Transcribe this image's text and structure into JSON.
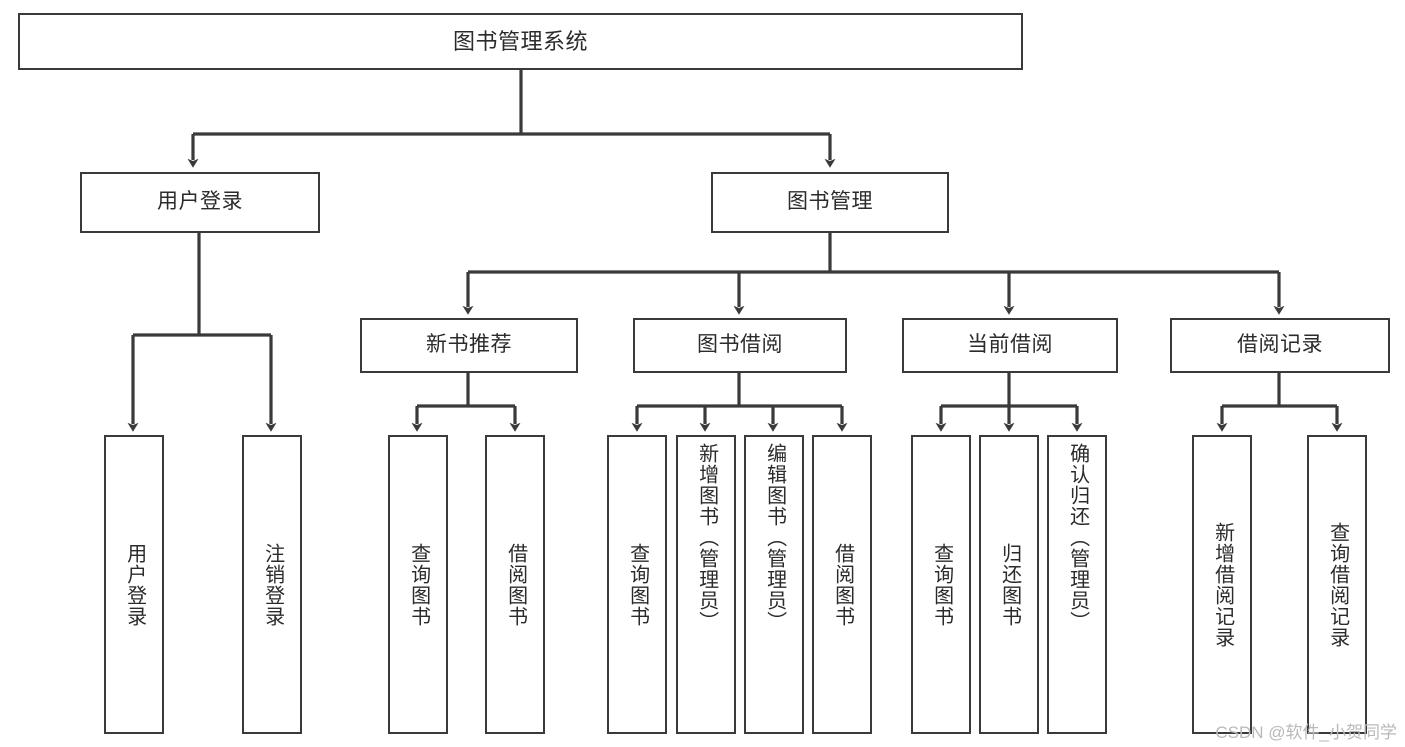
{
  "diagram": {
    "type": "tree-hierarchy",
    "title": "图书管理系统",
    "orientation": "top-down",
    "colors": {
      "background": "#ffffff",
      "node_border": "#3a3a3a",
      "node_fill": "#ffffff",
      "edge": "#3a3a3a",
      "text": "#2b2b2b",
      "watermark": "#b9b9b9"
    },
    "root": {
      "label": "图书管理系统"
    },
    "level2": [
      {
        "label": "用户登录"
      },
      {
        "label": "图书管理"
      }
    ],
    "level3": [
      {
        "label": "新书推荐"
      },
      {
        "label": "图书借阅"
      },
      {
        "label": "当前借阅"
      },
      {
        "label": "借阅记录"
      }
    ],
    "leaves": {
      "user_login": [
        {
          "label": "用户登录"
        },
        {
          "label": "注销登录"
        }
      ],
      "new_book_recommend": [
        {
          "label": "查询图书"
        },
        {
          "label": "借阅图书"
        }
      ],
      "book_borrow": [
        {
          "label": "查询图书"
        },
        {
          "label": "新增图书（管理员）"
        },
        {
          "label": "编辑图书（管理员）"
        },
        {
          "label": "借阅图书"
        }
      ],
      "current_borrow": [
        {
          "label": "查询图书"
        },
        {
          "label": "归还图书"
        },
        {
          "label": "确认归还（管理员）"
        }
      ],
      "borrow_records": [
        {
          "label": "新增借阅记录"
        },
        {
          "label": "查询借阅记录"
        }
      ]
    }
  },
  "watermark": {
    "text": "CSDN @软件_小贺同学"
  }
}
